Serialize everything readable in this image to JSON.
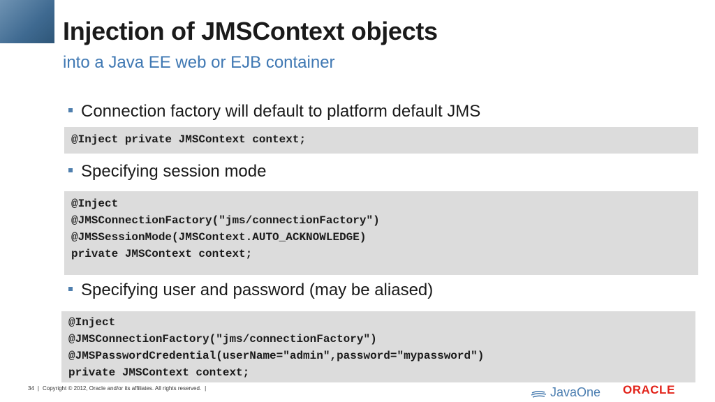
{
  "slide": {
    "title": "Injection of JMSContext objects",
    "subtitle": "into a Java EE web or EJB container"
  },
  "sections": [
    {
      "bullet": "Connection factory will default to platform default JMS",
      "code": [
        "@Inject private JMSContext context;"
      ]
    },
    {
      "bullet": "Specifying session mode",
      "code": [
        "@Inject",
        "@JMSConnectionFactory(\"jms/connectionFactory\")",
        "@JMSSessionMode(JMSContext.AUTO_ACKNOWLEDGE)",
        "private JMSContext context;"
      ]
    },
    {
      "bullet": "Specifying user and password (may be aliased)",
      "code": [
        "@Inject",
        "@JMSConnectionFactory(\"jms/connectionFactory\")",
        "@JMSPasswordCredential(userName=\"admin\",password=\"mypassword\")",
        "private JMSContext context;"
      ]
    }
  ],
  "footer": {
    "page_number": "34",
    "copyright": "Copyright © 2012, Oracle and/or its affiliates. All rights reserved."
  },
  "logos": {
    "javaone": "JavaOne",
    "oracle": "ORACLE"
  },
  "colors": {
    "accent": "#3f78b3",
    "code_bg": "#dcdcdc",
    "oracle_red": "#e2231a"
  }
}
